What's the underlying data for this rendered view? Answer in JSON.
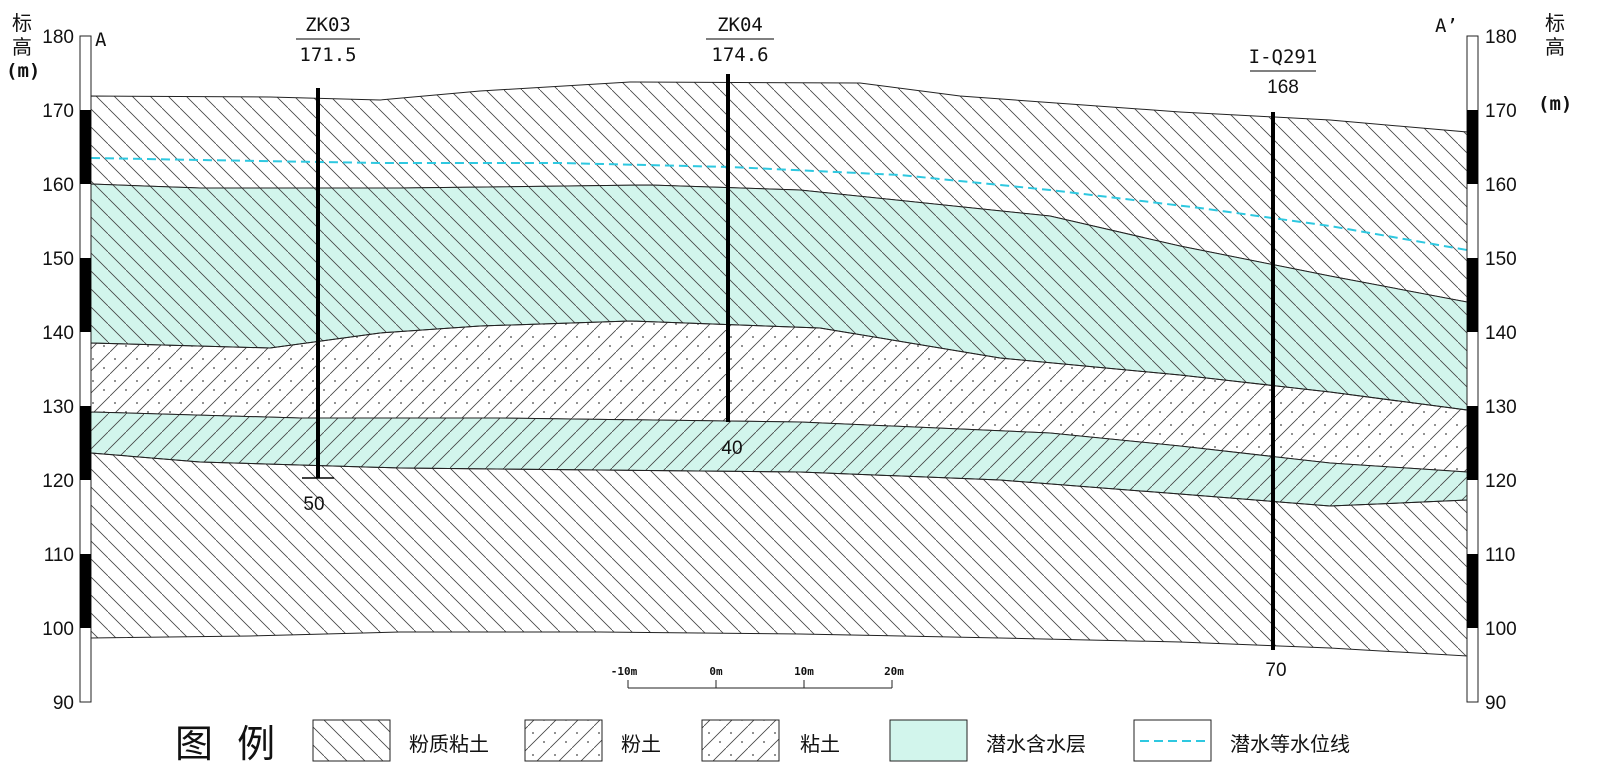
{
  "section": {
    "left_label": "A",
    "right_label": "A’"
  },
  "axis": {
    "title_chars": [
      "标",
      "高"
    ],
    "unit": "(m)",
    "ticks": [
      "180",
      "170",
      "160",
      "150",
      "140",
      "130",
      "120",
      "110",
      "100",
      "90"
    ],
    "min": 90,
    "max": 180
  },
  "boreholes": [
    {
      "id": "ZK03",
      "elevation": "171.5",
      "depth": "50"
    },
    {
      "id": "ZK04",
      "elevation": "174.6",
      "depth": "40"
    },
    {
      "id": "I-Q291",
      "elevation": "168",
      "depth": "70"
    }
  ],
  "scale_bar": {
    "labels": [
      "-10m",
      "0m",
      "10m",
      "20m"
    ]
  },
  "legend": {
    "title": "图  例",
    "items": [
      {
        "key": "silty-clay",
        "label": "粉质粘土"
      },
      {
        "key": "silt",
        "label": "粉土"
      },
      {
        "key": "clay",
        "label": "粘土"
      },
      {
        "key": "aquifer",
        "label": "潜水含水层"
      },
      {
        "key": "water-table",
        "label": "潜水等水位线"
      }
    ]
  },
  "colors": {
    "aquifer": "#d2f5ec",
    "water_table": "#2ec8e0",
    "line": "#222222"
  }
}
